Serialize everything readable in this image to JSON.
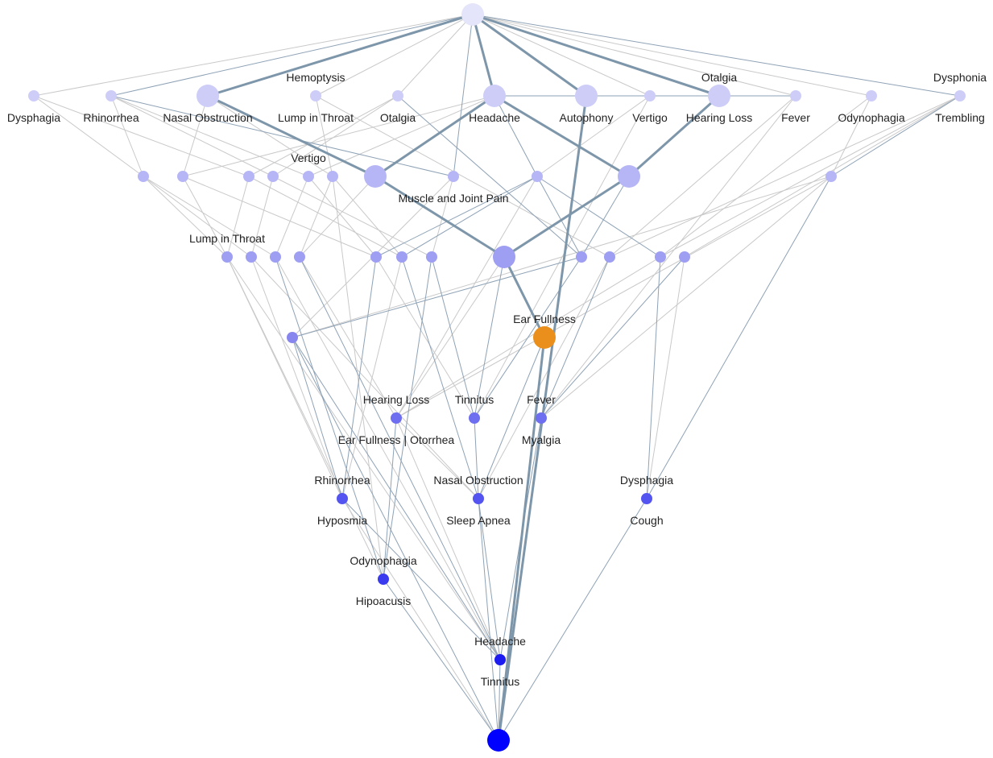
{
  "colors": {
    "node_layers": [
      "#e4e4fa",
      "#cdcdf8",
      "#b6b6f6",
      "#9e9ef2",
      "#8686ee",
      "#6e6ef0",
      "#5454f0",
      "#3a3aee",
      "#1c1cf0",
      "#0000ff"
    ],
    "highlight_node": "#ea8f1b",
    "edge_strong": "#7e96aa",
    "edge_blue": "#8ea2b6",
    "edge_light": "#c9c9c9"
  },
  "nodes": [
    {
      "id": "top",
      "layer": 0,
      "size": "large"
    },
    {
      "id": "n1-1",
      "layer": 1,
      "size": "small",
      "label_below": "Dysphagia"
    },
    {
      "id": "n1-2",
      "layer": 1,
      "size": "small",
      "label_below": "Rhinorrhea"
    },
    {
      "id": "n1-3",
      "layer": 1,
      "size": "large",
      "label_below": "Nasal Obstruction"
    },
    {
      "id": "n1-4",
      "layer": 1,
      "size": "small",
      "label_above": "Hemoptysis",
      "label_below": "Lump in Throat"
    },
    {
      "id": "n1-5",
      "layer": 1,
      "size": "small",
      "label_below": "Otalgia"
    },
    {
      "id": "n1-6",
      "layer": 1,
      "size": "large",
      "label_below": "Headache"
    },
    {
      "id": "n1-7",
      "layer": 1,
      "size": "large",
      "label_below": "Autophony"
    },
    {
      "id": "n1-8",
      "layer": 1,
      "size": "small",
      "label_below": "Vertigo"
    },
    {
      "id": "n1-9",
      "layer": 1,
      "size": "large",
      "label_above": "Otalgia",
      "label_below": "Hearing Loss"
    },
    {
      "id": "n1-10",
      "layer": 1,
      "size": "small",
      "label_below": "Fever"
    },
    {
      "id": "n1-11",
      "layer": 1,
      "size": "small",
      "label_below": "Odynophagia"
    },
    {
      "id": "n1-12",
      "layer": 1,
      "size": "small",
      "label_above": "Dysphonia",
      "label_below": "Trembling"
    },
    {
      "id": "n2-1",
      "layer": 2,
      "size": "small"
    },
    {
      "id": "n2-2",
      "layer": 2,
      "size": "small"
    },
    {
      "id": "n2-3",
      "layer": 2,
      "size": "small"
    },
    {
      "id": "n2-4",
      "layer": 2,
      "size": "small"
    },
    {
      "id": "n2-5",
      "layer": 2,
      "size": "small",
      "label_above": "Vertigo"
    },
    {
      "id": "n2-6",
      "layer": 2,
      "size": "small"
    },
    {
      "id": "n2-7",
      "layer": 2,
      "size": "large"
    },
    {
      "id": "n2-8",
      "layer": 2,
      "size": "small",
      "label_below": "Muscle and Joint Pain"
    },
    {
      "id": "n2-9",
      "layer": 2,
      "size": "small"
    },
    {
      "id": "n2-10",
      "layer": 2,
      "size": "large"
    },
    {
      "id": "n2-11",
      "layer": 2,
      "size": "small"
    },
    {
      "id": "n3-1",
      "layer": 3,
      "size": "small",
      "label_above": "Lump in Throat"
    },
    {
      "id": "n3-2",
      "layer": 3,
      "size": "small"
    },
    {
      "id": "n3-3",
      "layer": 3,
      "size": "small"
    },
    {
      "id": "n3-4",
      "layer": 3,
      "size": "small"
    },
    {
      "id": "n3-5",
      "layer": 3,
      "size": "small"
    },
    {
      "id": "n3-6",
      "layer": 3,
      "size": "small"
    },
    {
      "id": "n3-7",
      "layer": 3,
      "size": "small"
    },
    {
      "id": "n3-8",
      "layer": 3,
      "size": "large"
    },
    {
      "id": "n3-9",
      "layer": 3,
      "size": "small"
    },
    {
      "id": "n3-10",
      "layer": 3,
      "size": "small"
    },
    {
      "id": "n3-11",
      "layer": 3,
      "size": "small"
    },
    {
      "id": "n3-12",
      "layer": 3,
      "size": "small"
    },
    {
      "id": "n4-1",
      "layer": 4,
      "size": "small"
    },
    {
      "id": "n4-2",
      "layer": 4,
      "size": "large",
      "highlight": true,
      "label_above": "Ear Fullness"
    },
    {
      "id": "n5-1",
      "layer": 5,
      "size": "small",
      "label_above": "Hearing Loss",
      "label_below": "Ear Fullness | Otorrhea"
    },
    {
      "id": "n5-2",
      "layer": 5,
      "size": "small",
      "label_above": "Tinnitus"
    },
    {
      "id": "n5-3",
      "layer": 5,
      "size": "small",
      "label_above": "Fever",
      "label_below": "Myalgia"
    },
    {
      "id": "n6-1",
      "layer": 6,
      "size": "small",
      "label_above": "Rhinorrhea",
      "label_below": "Hyposmia"
    },
    {
      "id": "n6-2",
      "layer": 6,
      "size": "small",
      "label_above": "Nasal Obstruction",
      "label_below": "Sleep Apnea"
    },
    {
      "id": "n6-3",
      "layer": 6,
      "size": "small",
      "label_above": "Dysphagia",
      "label_below": "Cough"
    },
    {
      "id": "n7-1",
      "layer": 7,
      "size": "small",
      "label_above": "Odynophagia",
      "label_below": "Hipoacusis"
    },
    {
      "id": "n8-1",
      "layer": 8,
      "size": "small",
      "label_above": "Headache",
      "label_below": "Tinnitus"
    },
    {
      "id": "bottom",
      "layer": 9,
      "size": "large"
    }
  ],
  "edges": [
    {
      "from": "top",
      "to": "n1-3",
      "style": "strong"
    },
    {
      "from": "top",
      "to": "n1-6",
      "style": "strong"
    },
    {
      "from": "top",
      "to": "n1-7",
      "style": "strong"
    },
    {
      "from": "top",
      "to": "n1-9",
      "style": "strong"
    },
    {
      "from": "top",
      "to": "n1-2",
      "style": "blue"
    },
    {
      "from": "top",
      "to": "n1-12",
      "style": "blue"
    },
    {
      "from": "top",
      "to": "n2-8",
      "style": "blue"
    },
    {
      "from": "top",
      "to": "n1-1",
      "style": "light"
    },
    {
      "from": "top",
      "to": "n1-4",
      "style": "light"
    },
    {
      "from": "top",
      "to": "n1-5",
      "style": "light"
    },
    {
      "from": "top",
      "to": "n1-8",
      "style": "light"
    },
    {
      "from": "top",
      "to": "n1-10",
      "style": "light"
    },
    {
      "from": "top",
      "to": "n1-11",
      "style": "light"
    },
    {
      "from": "n1-3",
      "to": "n2-7",
      "style": "strong"
    },
    {
      "from": "n1-6",
      "to": "n2-7",
      "style": "strong"
    },
    {
      "from": "n1-6",
      "to": "n2-10",
      "style": "strong"
    },
    {
      "from": "n1-9",
      "to": "n2-10",
      "style": "strong"
    },
    {
      "from": "n2-7",
      "to": "n3-8",
      "style": "strong"
    },
    {
      "from": "n2-10",
      "to": "n3-8",
      "style": "strong"
    },
    {
      "from": "n3-8",
      "to": "n4-2",
      "style": "strong"
    },
    {
      "from": "n1-7",
      "to": "bottom",
      "style": "strong"
    },
    {
      "from": "n4-2",
      "to": "bottom",
      "style": "strong"
    },
    {
      "from": "n1-2",
      "to": "n2-8",
      "style": "blue"
    },
    {
      "from": "n1-6",
      "to": "n1-10",
      "style": "blue"
    },
    {
      "from": "n1-6",
      "to": "n2-9",
      "style": "blue"
    },
    {
      "from": "n1-5",
      "to": "n3-9",
      "style": "blue"
    },
    {
      "from": "n1-12",
      "to": "n2-11",
      "style": "blue"
    },
    {
      "from": "n1-1",
      "to": "n2-1",
      "style": "light"
    },
    {
      "from": "n1-1",
      "to": "n2-3",
      "style": "light"
    },
    {
      "from": "n1-2",
      "to": "n2-1",
      "style": "light"
    },
    {
      "from": "n1-2",
      "to": "n2-4",
      "style": "light"
    },
    {
      "from": "n1-2",
      "to": "n2-5",
      "style": "light"
    },
    {
      "from": "n1-3",
      "to": "n2-2",
      "style": "light"
    },
    {
      "from": "n1-3",
      "to": "n2-6",
      "style": "light"
    },
    {
      "from": "n1-4",
      "to": "n2-6",
      "style": "light"
    },
    {
      "from": "n1-4",
      "to": "n3-10",
      "style": "light"
    },
    {
      "from": "n1-5",
      "to": "n2-3",
      "style": "light"
    },
    {
      "from": "n1-5",
      "to": "n2-4",
      "style": "light"
    },
    {
      "from": "n1-6",
      "to": "n2-2",
      "style": "light"
    },
    {
      "from": "n1-6",
      "to": "n2-5",
      "style": "light"
    },
    {
      "from": "n1-8",
      "to": "n2-9",
      "style": "light"
    },
    {
      "from": "n1-8",
      "to": "n5-2",
      "style": "light"
    },
    {
      "from": "n1-10",
      "to": "n5-3",
      "style": "light"
    },
    {
      "from": "n1-10",
      "to": "n3-10",
      "style": "light"
    },
    {
      "from": "n1-11",
      "to": "n2-11",
      "style": "light"
    },
    {
      "from": "n1-11",
      "to": "n3-11",
      "style": "light"
    },
    {
      "from": "n1-12",
      "to": "n3-11",
      "style": "light"
    },
    {
      "from": "n1-12",
      "to": "n3-12",
      "style": "light"
    },
    {
      "from": "n1-12",
      "to": "n3-10",
      "style": "light"
    },
    {
      "from": "n2-1",
      "to": "n3-1",
      "style": "light"
    },
    {
      "from": "n2-1",
      "to": "n3-2",
      "style": "light"
    },
    {
      "from": "n2-1",
      "to": "n3-3",
      "style": "light"
    },
    {
      "from": "n2-2",
      "to": "n3-1",
      "style": "light"
    },
    {
      "from": "n2-2",
      "to": "n3-5",
      "style": "light"
    },
    {
      "from": "n2-3",
      "to": "n3-1",
      "style": "light"
    },
    {
      "from": "n2-3",
      "to": "n3-6",
      "style": "light"
    },
    {
      "from": "n2-4",
      "to": "n3-2",
      "style": "light"
    },
    {
      "from": "n2-4",
      "to": "n3-7",
      "style": "light"
    },
    {
      "from": "n2-5",
      "to": "n3-3",
      "style": "light"
    },
    {
      "from": "n2-5",
      "to": "n3-5",
      "style": "light"
    },
    {
      "from": "n2-6",
      "to": "n3-4",
      "style": "light"
    },
    {
      "from": "n2-6",
      "to": "n3-6",
      "style": "light"
    },
    {
      "from": "n2-6",
      "to": "n7-1",
      "style": "light"
    },
    {
      "from": "n2-7",
      "to": "n3-4",
      "style": "light"
    },
    {
      "from": "n2-8",
      "to": "n3-7",
      "style": "light"
    },
    {
      "from": "n2-9",
      "to": "n3-5",
      "style": "blue"
    },
    {
      "from": "n2-9",
      "to": "n3-6",
      "style": "blue"
    },
    {
      "from": "n2-9",
      "to": "n3-9",
      "style": "blue"
    },
    {
      "from": "n2-9",
      "to": "n3-11",
      "style": "blue"
    },
    {
      "from": "n2-9",
      "to": "n5-1",
      "style": "light"
    },
    {
      "from": "n2-10",
      "to": "n3-9",
      "style": "blue"
    },
    {
      "from": "n2-11",
      "to": "n6-3",
      "style": "blue"
    },
    {
      "from": "n2-11",
      "to": "n5-3",
      "style": "light"
    },
    {
      "from": "n2-11",
      "to": "n5-1",
      "style": "light"
    },
    {
      "from": "n3-1",
      "to": "n6-1",
      "style": "light"
    },
    {
      "from": "n3-1",
      "to": "n7-1",
      "style": "light"
    },
    {
      "from": "n3-1",
      "to": "n8-1",
      "style": "light"
    },
    {
      "from": "n3-2",
      "to": "n6-1",
      "style": "light"
    },
    {
      "from": "n3-2",
      "to": "n6-2",
      "style": "light"
    },
    {
      "from": "n3-3",
      "to": "n7-1",
      "style": "blue"
    },
    {
      "from": "n3-3",
      "to": "n8-1",
      "style": "light"
    },
    {
      "from": "n3-4",
      "to": "n8-1",
      "style": "blue"
    },
    {
      "from": "n3-4",
      "to": "n5-1",
      "style": "light"
    },
    {
      "from": "n3-5",
      "to": "n6-1",
      "style": "blue"
    },
    {
      "from": "n3-5",
      "to": "n5-2",
      "style": "light"
    },
    {
      "from": "n3-6",
      "to": "n6-2",
      "style": "blue"
    },
    {
      "from": "n3-6",
      "to": "n6-1",
      "style": "light"
    },
    {
      "from": "n3-7",
      "to": "n7-1",
      "style": "blue"
    },
    {
      "from": "n3-7",
      "to": "n5-2",
      "style": "blue"
    },
    {
      "from": "n3-8",
      "to": "n5-2",
      "style": "blue"
    },
    {
      "from": "n3-8",
      "to": "n5-1",
      "style": "light"
    },
    {
      "from": "n3-9",
      "to": "n5-2",
      "style": "blue"
    },
    {
      "from": "n3-10",
      "to": "n5-3",
      "style": "blue"
    },
    {
      "from": "n3-10",
      "to": "n6-2",
      "style": "light"
    },
    {
      "from": "n3-11",
      "to": "n6-3",
      "style": "blue"
    },
    {
      "from": "n3-11",
      "to": "n5-1",
      "style": "light"
    },
    {
      "from": "n3-12",
      "to": "n6-3",
      "style": "light"
    },
    {
      "from": "n3-12",
      "to": "n5-3",
      "style": "blue"
    },
    {
      "from": "n2-8",
      "to": "n4-1",
      "style": "light"
    },
    {
      "from": "n2-11",
      "to": "n4-1",
      "style": "light"
    },
    {
      "from": "n3-9",
      "to": "n4-1",
      "style": "blue"
    },
    {
      "from": "n4-1",
      "to": "n6-1",
      "style": "blue"
    },
    {
      "from": "n4-1",
      "to": "n8-1",
      "style": "blue"
    },
    {
      "from": "n4-1",
      "to": "bottom",
      "style": "blue"
    },
    {
      "from": "n4-2",
      "to": "n6-2",
      "style": "blue"
    },
    {
      "from": "n5-1",
      "to": "n7-1",
      "style": "blue"
    },
    {
      "from": "n5-1",
      "to": "n6-2",
      "style": "light"
    },
    {
      "from": "n5-1",
      "to": "n8-1",
      "style": "light"
    },
    {
      "from": "n5-2",
      "to": "n6-2",
      "style": "blue"
    },
    {
      "from": "n5-3",
      "to": "n8-1",
      "style": "blue"
    },
    {
      "from": "n6-1",
      "to": "n8-1",
      "style": "blue"
    },
    {
      "from": "n6-1",
      "to": "bottom",
      "style": "light"
    },
    {
      "from": "n6-2",
      "to": "n8-1",
      "style": "blue"
    },
    {
      "from": "n6-2",
      "to": "bottom",
      "style": "blue"
    },
    {
      "from": "n6-3",
      "to": "bottom",
      "style": "blue"
    },
    {
      "from": "n7-1",
      "to": "bottom",
      "style": "blue"
    },
    {
      "from": "n8-1",
      "to": "bottom",
      "style": "blue"
    }
  ]
}
